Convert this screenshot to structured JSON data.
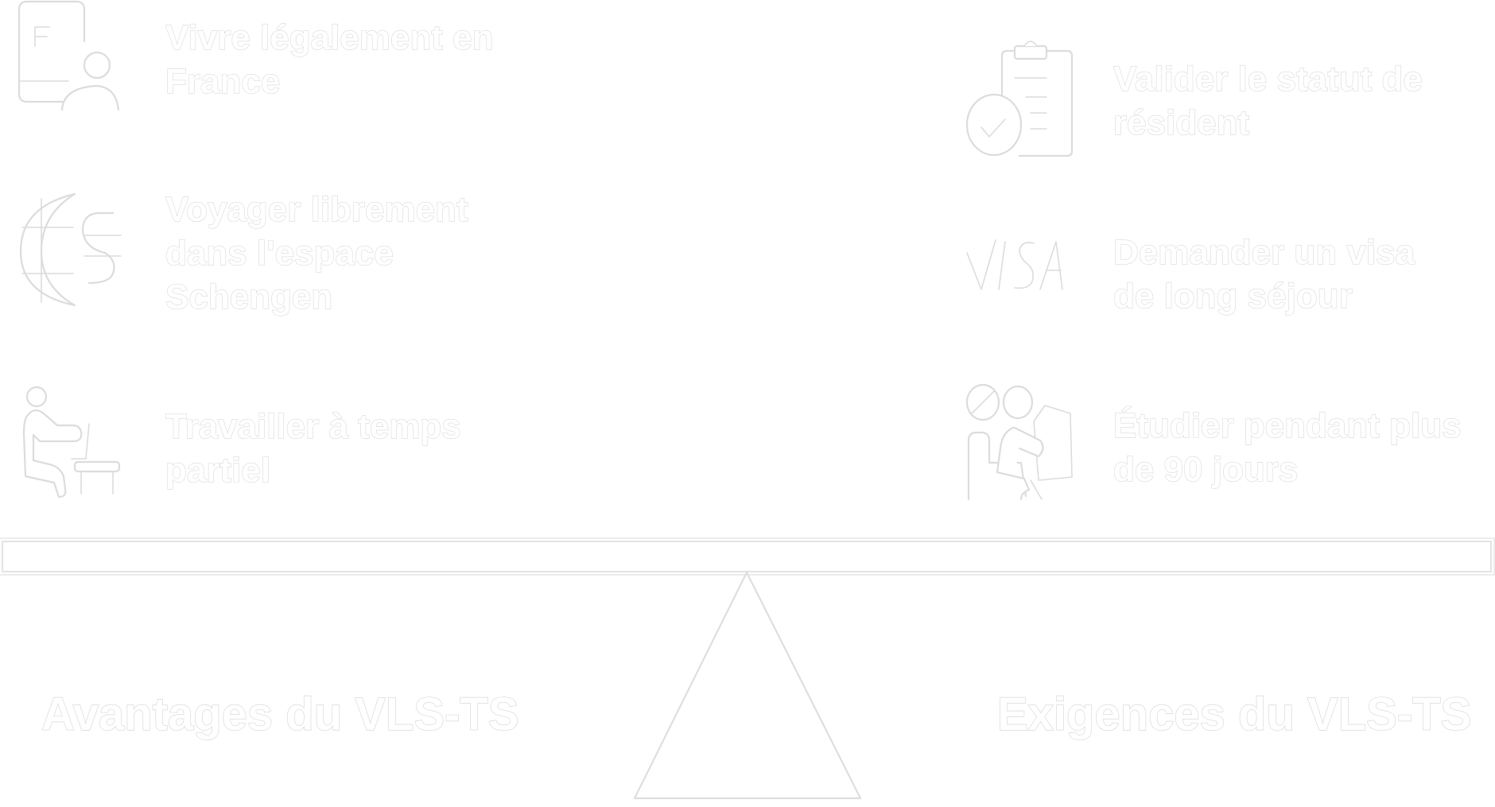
{
  "diagram": {
    "type": "seesaw-balance",
    "left_side": {
      "title": "Avantages du VLS-TS",
      "items": [
        {
          "icon": "french-id-card-person-icon",
          "label": "Vivre légalement en France"
        },
        {
          "icon": "globe-airplane-icon",
          "label": "Voyager librement dans l'espace Schengen"
        },
        {
          "icon": "person-working-at-desk-icon",
          "label": "Travailler à temps partiel"
        }
      ]
    },
    "right_side": {
      "title": "Exigences du VLS-TS",
      "items": [
        {
          "icon": "clipboard-check-icon",
          "label": "Valider le statut de résident"
        },
        {
          "icon": "visa-text-icon",
          "label": "Demander un visa de long séjour",
          "icon_text": "VISA"
        },
        {
          "icon": "student-reading-book-icon",
          "label": "Étudier pendant plus de 90 jours"
        }
      ]
    },
    "colors": {
      "background": "#ffffff",
      "fill": "#ffffff",
      "outline": "#dcdcdc"
    }
  }
}
